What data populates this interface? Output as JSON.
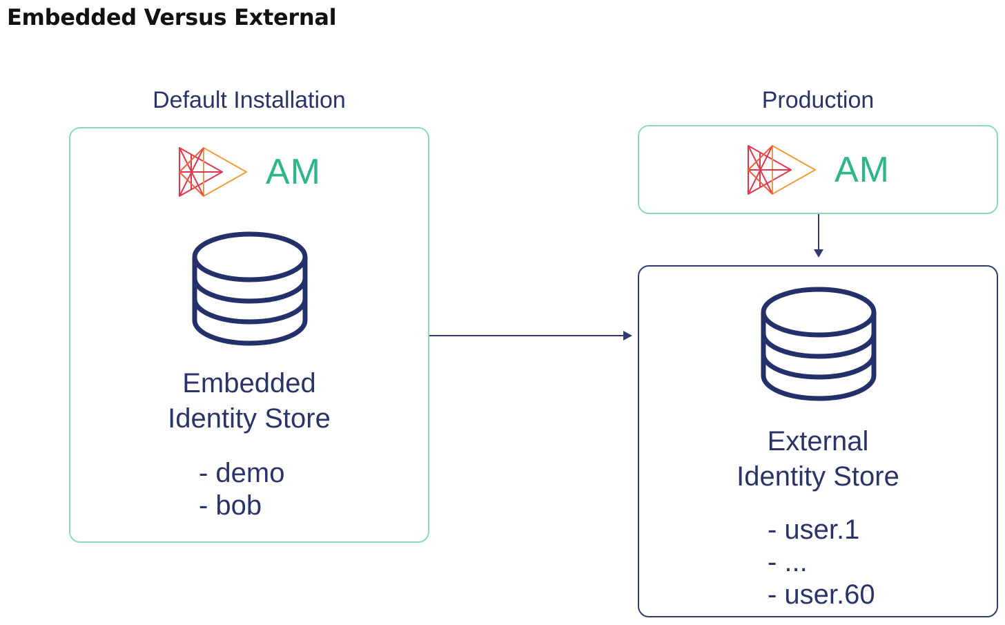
{
  "title": "Embedded Versus External",
  "left": {
    "heading": "Default Installation",
    "logo_text": "AM",
    "store_line1": "Embedded",
    "store_line2": "Identity Store",
    "users": [
      "- demo",
      "- bob"
    ]
  },
  "right": {
    "heading": "Production",
    "logo_text": "AM",
    "store_line1": "External",
    "store_line2": "Identity Store",
    "users": [
      "- user.1",
      "- ...",
      "- user.60"
    ]
  },
  "colors": {
    "green_border": "#8fd8b8",
    "navy": "#2b3466",
    "am_green": "#2fb685",
    "logo_red": "#e0384a",
    "logo_orange": "#f39a3a"
  }
}
